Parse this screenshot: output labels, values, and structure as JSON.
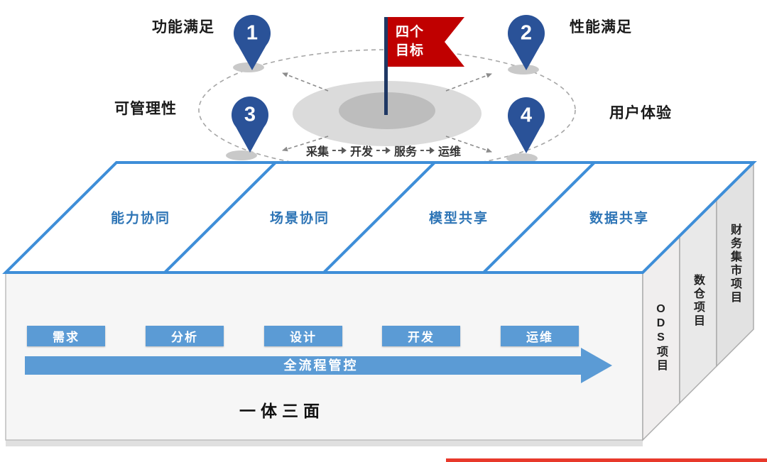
{
  "goals": {
    "flag_label": "四个目标",
    "pins": [
      {
        "number": "1",
        "label": "功能满足"
      },
      {
        "number": "2",
        "label": "性能满足"
      },
      {
        "number": "3",
        "label": "可管理性"
      },
      {
        "number": "4",
        "label": "用户体验"
      }
    ],
    "flow": [
      "采集",
      "开发",
      "服务",
      "运维"
    ]
  },
  "platform": {
    "cells": [
      "能力协同",
      "场景协同",
      "模型共享",
      "数据共享"
    ],
    "stages": [
      "需求",
      "分析",
      "设计",
      "开发",
      "运维"
    ],
    "arrow_label": "全流程管控",
    "caption": "一体三面"
  },
  "projects": [
    "ODS项目",
    "数仓项目",
    "财务集市项目"
  ],
  "colors": {
    "pin_blue": "#2A5298",
    "flag_red": "#C00000",
    "surface_border_blue": "#3E8ED8",
    "button_blue": "#5B9BD5",
    "cell_text_blue": "#2E75B6"
  }
}
